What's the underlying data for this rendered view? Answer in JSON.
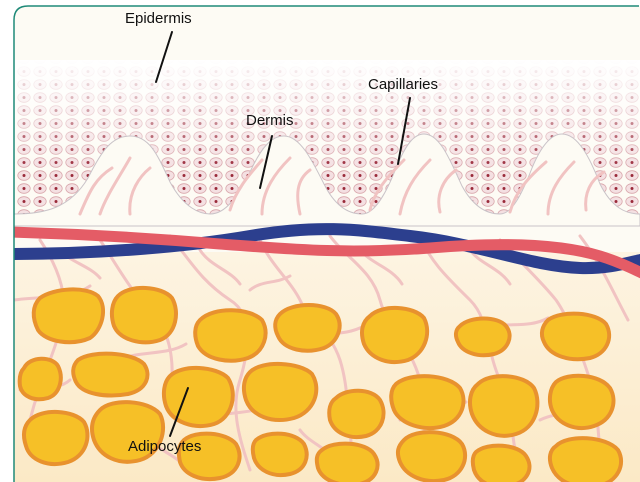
{
  "labels": {
    "epidermis": "Epidermis",
    "dermis": "Dermis",
    "capillaries": "Capillaries",
    "adipocytes": "Adipocytes"
  },
  "colors": {
    "frame_border": "#1f8a78",
    "epidermis_cells": "#f0d8da",
    "cell_nucleus": "#9a2a3a",
    "dermis": "#fdfbf4",
    "hypodermis": "#fbeed2",
    "capillary": "#f1c3c2",
    "artery": "#e45c66",
    "vein": "#2c3f8e",
    "adipocyte_fill": "#f6c027",
    "adipocyte_edge": "#e8922e",
    "leader_line": "#111111"
  }
}
